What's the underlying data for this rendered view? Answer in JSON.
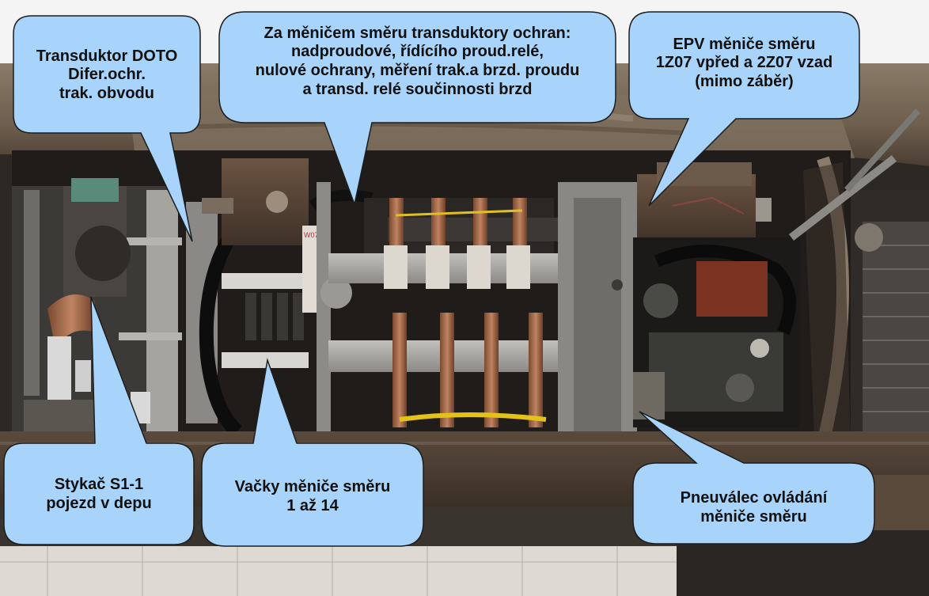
{
  "callouts": {
    "transduktor_doto": {
      "lines": [
        "Transduktor DOTO",
        "Difer.ochr.",
        "trak. obvodu"
      ]
    },
    "transduktory_ochran": {
      "lines": [
        "Za měničem směru transduktory ochran:",
        "nadproudové, řídícího proud.relé,",
        "nulové ochrany, měření trak.a brzd. proudu",
        "a transd. relé součinnosti brzd"
      ]
    },
    "epv_menice": {
      "lines": [
        "EPV měniče směru",
        "1Z07 vpřed a 2Z07 vzad",
        "(mimo záběr)"
      ]
    },
    "stykac": {
      "lines": [
        "Stykač S1-1",
        "pojezd v depu"
      ]
    },
    "vacky": {
      "lines": [
        "Vačky měniče směru",
        "1 až 14"
      ]
    },
    "pneuvalec": {
      "lines": [
        "Pneuválec ovládání",
        "měniče směru"
      ]
    }
  },
  "photo_labels": {
    "tag": "W07"
  },
  "colors": {
    "bubble_fill": "#a8d4fb",
    "bubble_stroke": "#1d1d1d"
  }
}
